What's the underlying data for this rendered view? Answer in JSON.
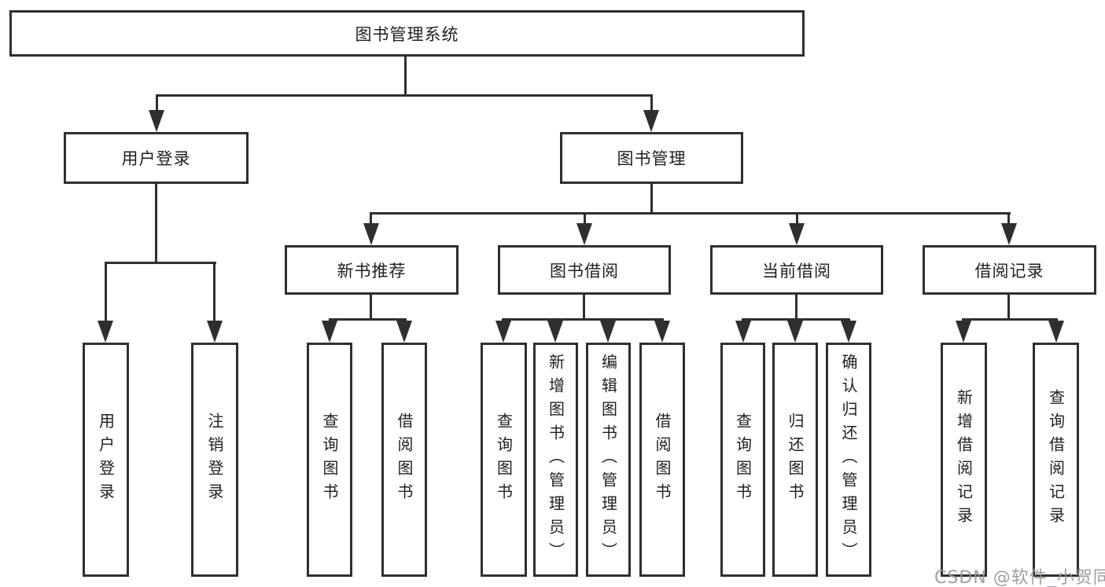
{
  "tree": {
    "root": {
      "label": "图书管理系统"
    },
    "branches": [
      {
        "label": "用户登录",
        "children": [
          {
            "label": "用户登录"
          },
          {
            "label": "注销登录"
          }
        ]
      },
      {
        "label": "图书管理",
        "children": [
          {
            "label": "新书推荐",
            "children": [
              {
                "label": "查询图书"
              },
              {
                "label": "借阅图书"
              }
            ]
          },
          {
            "label": "图书借阅",
            "children": [
              {
                "label": "查询图书"
              },
              {
                "label": "新增图书（管理员）"
              },
              {
                "label": "编辑图书（管理员）"
              },
              {
                "label": "借阅图书"
              }
            ]
          },
          {
            "label": "当前借阅",
            "children": [
              {
                "label": "查询图书"
              },
              {
                "label": "归还图书"
              },
              {
                "label": "确认归还（管理员）"
              }
            ]
          },
          {
            "label": "借阅记录",
            "children": [
              {
                "label": "新增借阅记录"
              },
              {
                "label": "查询借阅记录"
              }
            ]
          }
        ]
      }
    ]
  },
  "watermark": {
    "text": "CSDN @软件_小贺同学"
  },
  "colors": {
    "line": "#2f2f2f",
    "text": "#1f1f1f",
    "background": "#ffffff",
    "watermark": "#96969c"
  }
}
